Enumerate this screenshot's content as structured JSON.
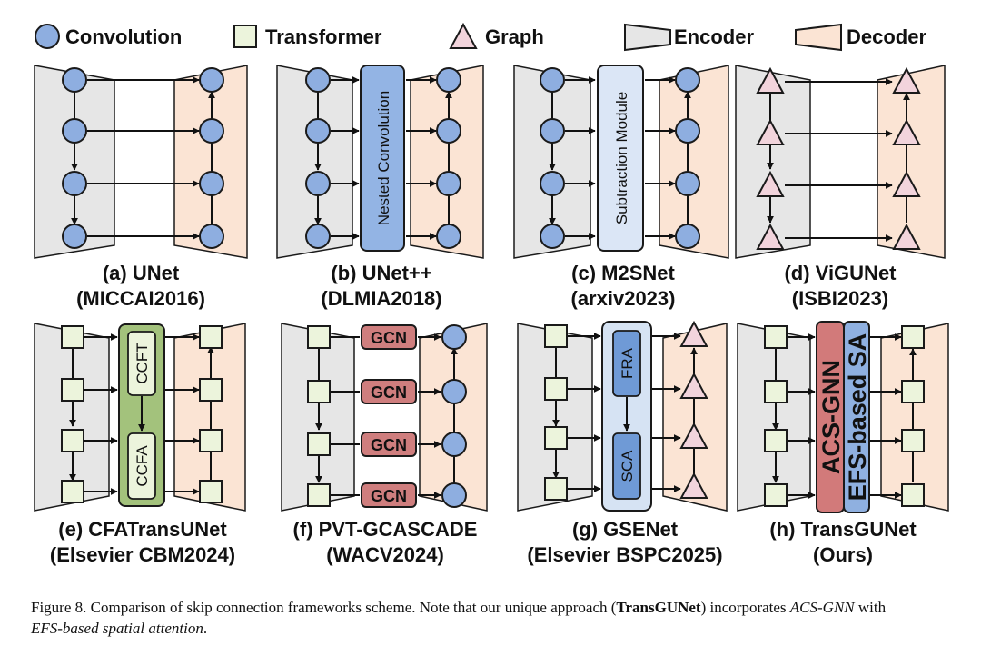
{
  "legend": {
    "convolution": "Convolution",
    "transformer": "Transformer",
    "graph": "Graph",
    "encoder": "Encoder",
    "decoder": "Decoder"
  },
  "panels": {
    "a": {
      "name": "(a) UNet",
      "venue": "(MICCAI2016)"
    },
    "b": {
      "name": "(b) UNet++",
      "venue": "(DLMIA2018)",
      "module": "Nested Convolution"
    },
    "c": {
      "name": "(c) M2SNet",
      "venue": "(arxiv2023)",
      "module": "Subtraction Module"
    },
    "d": {
      "name": "(d) ViGUNet",
      "venue": "(ISBI2023)"
    },
    "e": {
      "name": "(e) CFATransUNet",
      "venue": "(Elsevier CBM2024)",
      "module_top": "CCFT",
      "module_bottom": "CCFA"
    },
    "f": {
      "name": "(f) PVT-GCASCADE",
      "venue": "(WACV2024)",
      "block": "GCN"
    },
    "g": {
      "name": "(g) GSENet",
      "venue": "(Elsevier BSPC2025)",
      "module_top": "FRA",
      "module_bottom": "SCA"
    },
    "h": {
      "name": "(h) TransGUNet",
      "venue": "(Ours)",
      "module_left": "ACS-GNN",
      "module_right": "EFS-based SA"
    }
  },
  "caption": {
    "prefix": "Figure 8. Comparison of skip connection frameworks scheme. Note that our unique approach (",
    "bold": "TransGUNet",
    "middle": ") incorporates ",
    "italic1": "ACS-GNN",
    "with": " with",
    "italic2": "EFS-based spatial attention",
    "end": "."
  },
  "colors": {
    "conv_fill": "#8eaee0",
    "trans_fill": "#ecf4dc",
    "graph_fill": "#f2d4dc",
    "encoder_fill": "#e6e6e6",
    "decoder_fill": "#fbe4d4",
    "nested_fill": "#93b4e4",
    "subtraction_fill": "#dbe6f6",
    "cfa_fill": "#a3c27c",
    "gcn_fill": "#cf7e7e",
    "gse_outer_fill": "#d6e3f3",
    "gse_inner_fill": "#6f9ad6",
    "acs_fill": "#d27a7a",
    "efs_fill": "#8fb0e0"
  }
}
